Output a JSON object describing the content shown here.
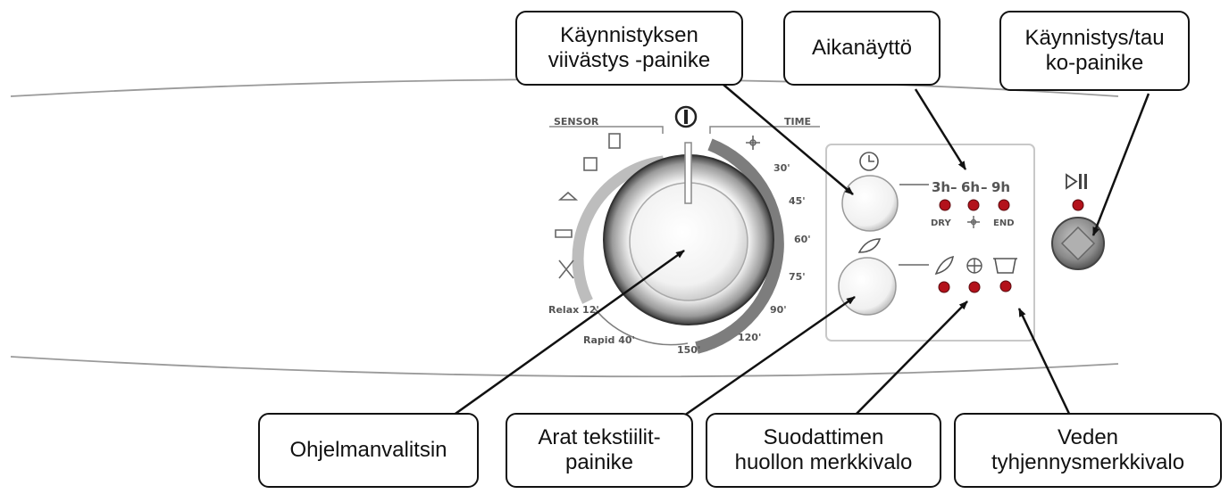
{
  "callouts": {
    "delay_button": [
      "Käynnistyksen",
      "viivästys -painike"
    ],
    "time_display": [
      "Aikanäyttö"
    ],
    "start_pause": [
      "Käynnistys/tau",
      "ko-painike"
    ],
    "program_selector": [
      "Ohjelmanvalitsin"
    ],
    "delicate_button": [
      "Arat tekstiilit-",
      "painike"
    ],
    "filter_light": [
      "Suodattimen",
      "huollon merkkivalo"
    ],
    "drain_light": [
      "Veden",
      "tyhjennysmerkkivalo"
    ]
  },
  "panel": {
    "sensor_label": "SENSOR",
    "time_label": "TIME",
    "time_marks": [
      "30'",
      "45'",
      "60'",
      "75'",
      "90'",
      "120'",
      "150'"
    ],
    "relax_label": "Relax 12'",
    "rapid_label": "Rapid 40'",
    "delay_times": [
      "3h",
      "6h",
      "9h"
    ],
    "phase_labels": [
      "DRY",
      "END"
    ]
  },
  "colors": {
    "indicator": "#b3121b",
    "dial_gray": "#7d7d7d",
    "outline": "#111111"
  }
}
